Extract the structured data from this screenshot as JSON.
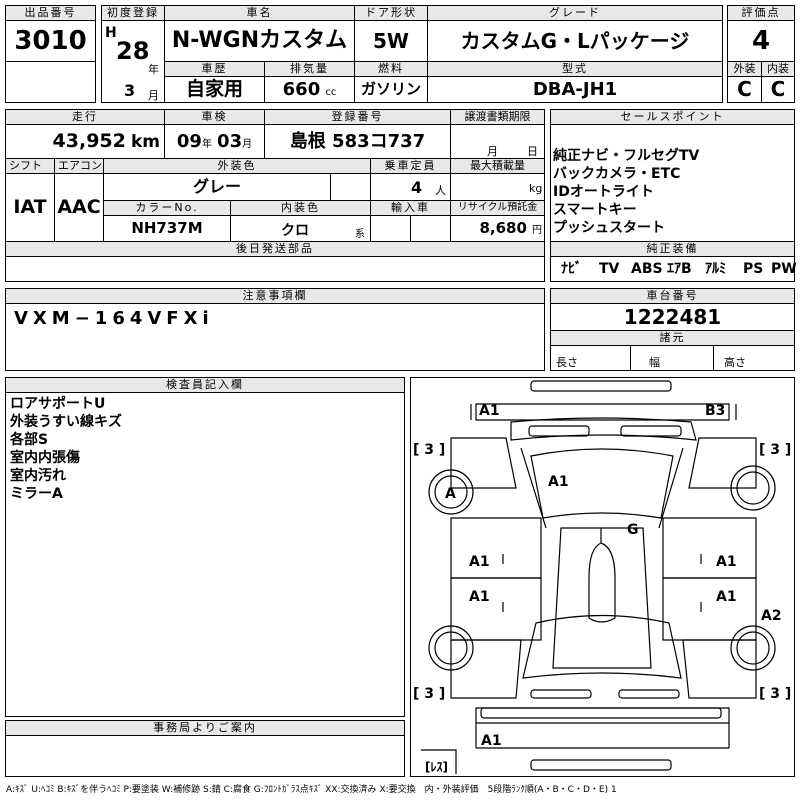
{
  "header": {
    "lot_label": "出品番号",
    "lot": "3010",
    "first_reg_label": "初度登録",
    "era": "H",
    "year": "28",
    "year_unit": "年",
    "month": "3",
    "month_unit": "月",
    "name_label": "車名",
    "name": "N-WGNカスタム",
    "door_label": "ドア形状",
    "door": "5W",
    "grade_label": "グレード",
    "grade": "カスタムG・Lパッケージ",
    "score_label": "評価点",
    "score": "4",
    "history_label": "車歴",
    "history": "自家用",
    "disp_label": "排気量",
    "disp": "660",
    "disp_unit": "cc",
    "fuel_label": "燃料",
    "fuel": "ガソリン",
    "model_label": "型式",
    "model": "DBA-JH1",
    "ext_label": "外装",
    "ext": "C",
    "int_label": "内装",
    "int": "C"
  },
  "row2": {
    "mileage_label": "走行",
    "mileage": "43,952",
    "mileage_unit": "km",
    "inspect_label": "車検",
    "inspect_y": "09",
    "inspect_y_unit": "年",
    "inspect_m": "03",
    "inspect_m_unit": "月",
    "reg_label": "登録番号",
    "reg": "島根 583コ737",
    "transfer_label": "譲渡書類期限",
    "transfer_m": "月",
    "transfer_d": "日",
    "shift_label": "シフト",
    "shift": "IAT",
    "ac_label": "エアコン",
    "ac": "AAC",
    "color_label": "外装色",
    "color": "グレー",
    "capacity_label": "乗車定員",
    "capacity": "4",
    "capacity_unit": "人",
    "load_label": "最大積載量",
    "load_unit": "kg",
    "colorno_label": "カラーNo.",
    "colorno": "NH737M",
    "intcolor_label": "内装色",
    "intcolor": "クロ",
    "intcolor_suffix": "系",
    "import_label": "輸入車",
    "recycle_label": "リサイクル預託金",
    "recycle": "8,680",
    "recycle_unit": "円",
    "later_label": "後日発送部品"
  },
  "sales": {
    "label": "セールスポイント",
    "lines": [
      "純正ナビ・フルセグTV",
      "バックカメラ・ETC",
      "IDオートライト",
      "スマートキー",
      "プッシュスタート"
    ],
    "equip_label": "純正装備",
    "equip": [
      "ﾅﾋﾞ",
      "TV",
      "ABS",
      "ｴｱB",
      "ｱﾙﾐ",
      "PS",
      "PW"
    ]
  },
  "notes": {
    "label": "注意事項欄",
    "text": "VXM−164VFXi"
  },
  "chassis": {
    "label": "車台番号",
    "number": "1222481",
    "dims_label": "諸元",
    "len": "長さ",
    "wid": "幅",
    "hei": "高さ"
  },
  "inspector": {
    "label": "検査員記入欄",
    "lines": [
      "ロアサポートU",
      "外装うすい線キズ",
      "各部S",
      "室内内張傷",
      "室内汚れ",
      "ミラーA"
    ]
  },
  "office": {
    "label": "事務局よりご案内"
  },
  "diagram": {
    "marks": [
      "A1",
      "B3",
      "A1",
      "G",
      "A",
      "A1",
      "A1",
      "A1",
      "A1",
      "A2",
      "A1"
    ],
    "tire_marks": [
      "[ 3 ]",
      "[ 3 ]",
      "[ 3 ]",
      "[ 3 ]"
    ],
    "spare": "[ﾚｽ]"
  },
  "legend": "A:ｷｽﾞ U:ﾍｺﾐ B:ｷｽﾞを伴うﾍｺﾐ P:要塗装 W:補修跡 S:錆 C:腐食 G:ﾌﾛﾝﾄｶﾞﾗｽ点ｷｽﾞ XX:交換済み X:要交換　内・外装評価　5段階ﾗﾝｸ順(A・B・C・D・E) 1"
}
